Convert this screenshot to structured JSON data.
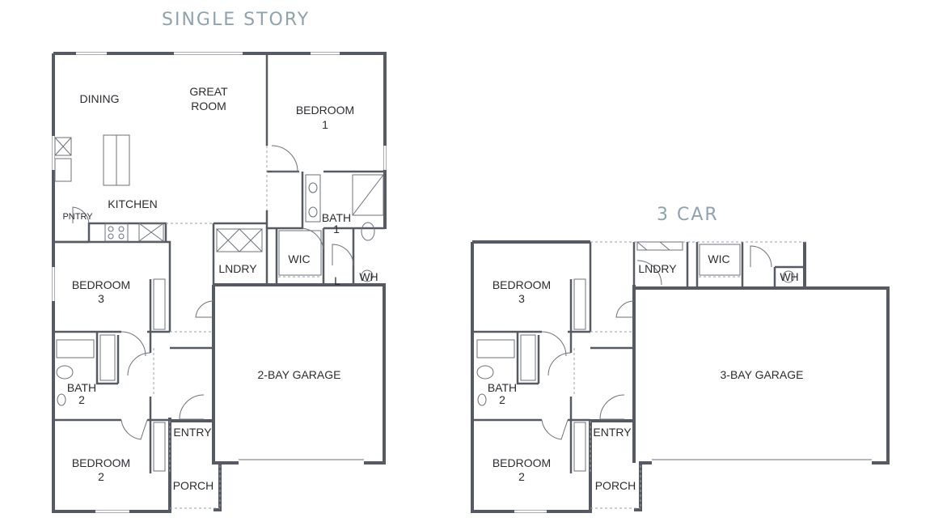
{
  "colors": {
    "title": "#8fa2ad",
    "wall": "#555a63",
    "label": "#2b2d31"
  },
  "plans": {
    "single_story": {
      "title": "SINGLE STORY",
      "rooms": {
        "dining": "DINING",
        "great_room_1": "GREAT",
        "great_room_2": "ROOM",
        "kitchen": "KITCHEN",
        "pantry": "PNTRY",
        "bedroom1_1": "BEDROOM",
        "bedroom1_2": "1",
        "bath1_1": "BATH",
        "bath1_2": "1",
        "wic": "WIC",
        "lndry": "LNDRY",
        "l": "L",
        "wh": "WH",
        "bedroom3_1": "BEDROOM",
        "bedroom3_2": "3",
        "bath2_1": "BATH",
        "bath2_2": "2",
        "bedroom2_1": "BEDROOM",
        "bedroom2_2": "2",
        "entry": "ENTRY",
        "porch": "PORCH",
        "garage": "2-BAY GARAGE"
      }
    },
    "three_car": {
      "title": "3 CAR",
      "rooms": {
        "lndry": "LNDRY",
        "wic": "WIC",
        "wh": "WH",
        "bedroom3_1": "BEDROOM",
        "bedroom3_2": "3",
        "bath2_1": "BATH",
        "bath2_2": "2",
        "bedroom2_1": "BEDROOM",
        "bedroom2_2": "2",
        "entry": "ENTRY",
        "porch": "PORCH",
        "garage": "3-BAY GARAGE"
      }
    }
  }
}
